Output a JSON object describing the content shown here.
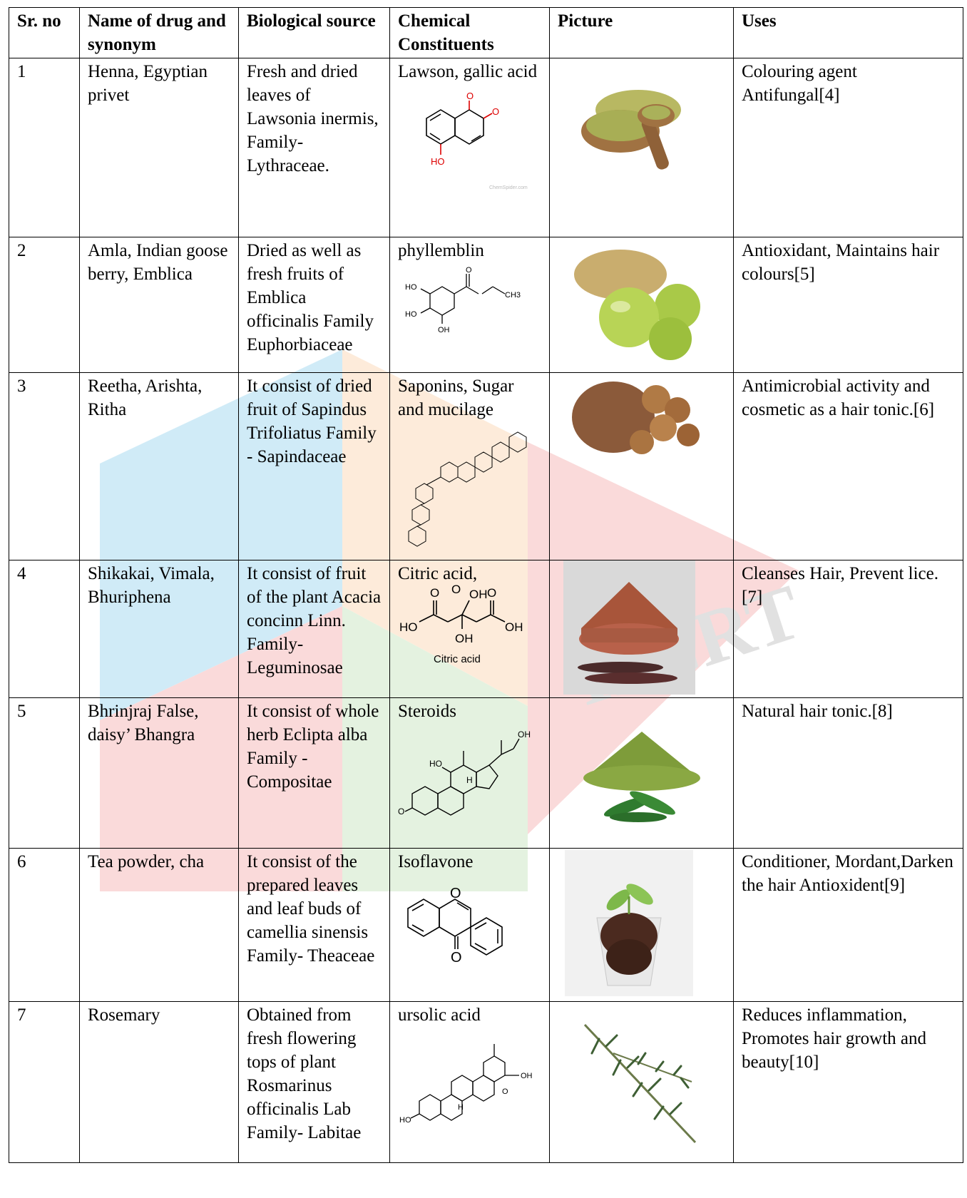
{
  "headers": [
    "Sr. no",
    "Name of drug and synonym",
    "Biological source",
    "Chemical Constituents",
    "Picture",
    "Uses"
  ],
  "rows": [
    {
      "sr": "1",
      "name": "Henna, Egyptian privet",
      "source": "Fresh and dried leaves of Lawsonia inermis, Family-Lythraceae.",
      "constituents": "Lawson, gallic acid",
      "structure_labels": {
        "o1": "O",
        "o2": "O",
        "oh": "HO",
        "credit": "ChemSpider.com"
      },
      "uses": "Colouring agent Antifungal[4]"
    },
    {
      "sr": "2",
      "name": "Amla, Indian goose berry, Emblica",
      "source": "Dried as well as fresh fruits of Emblica officinalis Family Euphorbiaceae",
      "constituents": "phyllemblin",
      "structure_labels": {
        "o": "O",
        "ho1": "HO",
        "ho2": "HO",
        "oh": "OH",
        "ch3": "CH3"
      },
      "uses": "Antioxidant, Maintains hair colours[5]"
    },
    {
      "sr": "3",
      "name": "Reetha, Arishta, Ritha",
      "source": "It consist of dried fruit of Sapindus Trifoliatus Family - Sapindaceae",
      "constituents": "Saponins, Sugar and mucilage",
      "uses": "Antimicrobial activity and cosmetic as a hair tonic.[6]"
    },
    {
      "sr": "4",
      "name": "Shikakai, Vimala, Bhuriphena",
      "source": "It consist of fruit of the plant Acacia concinn Linn. Family- Leguminosae",
      "constituents": "Citric acid,",
      "structure_labels": {
        "caption": "Citric acid",
        "ho": "HO",
        "oh1": "OH",
        "oh2": "OH",
        "oh3": "OH",
        "o1": "O",
        "o2": "O",
        "o3": "O"
      },
      "uses": "Cleanses Hair, Prevent lice.[7]"
    },
    {
      "sr": "5",
      "name": "Bhrinjraj False, daisy’ Bhangra",
      "source": "It consist of whole herb Eclipta alba Family - Compositae",
      "constituents": " Steroids",
      "structure_labels": {
        "ho": "HO",
        "oh": "OH",
        "o": "O",
        "h": "H"
      },
      "uses": "Natural hair tonic.[8]"
    },
    {
      "sr": "6",
      "name": "Tea  powder, cha",
      "source": "It consist of the prepared leaves and leaf buds of camellia sinensis Family- Theaceae",
      "constituents": "Isoflavone",
      "structure_labels": {
        "o1": "O",
        "o2": "O"
      },
      "uses": "Conditioner, Mordant,Darken the hair Antioxident[9]"
    },
    {
      "sr": "7",
      "name": "Rosemary",
      "source": "Obtained from fresh flowering tops of plant Rosmarinus officinalis Lab Family- Labitae",
      "constituents": "ursolic acid",
      "structure_labels": {
        "ho": "HO",
        "oh": "OH",
        "o": "O",
        "h": "H"
      },
      "uses": "Reduces inflammation, Promotes hair growth and beauty[10]"
    }
  ],
  "watermark_text": "IJCRT"
}
